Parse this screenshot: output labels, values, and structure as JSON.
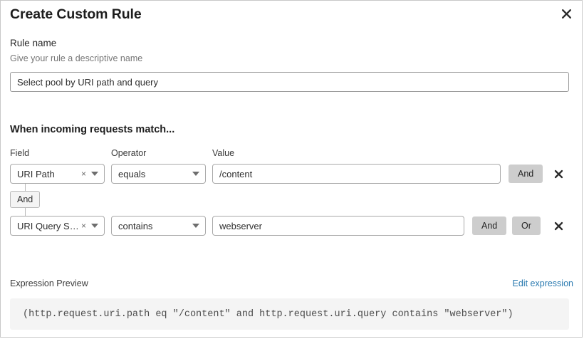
{
  "modal": {
    "title": "Create Custom Rule",
    "close_icon": "close-icon"
  },
  "rule_name": {
    "label": "Rule name",
    "description": "Give your rule a descriptive name",
    "value": "Select pool by URI path and query",
    "placeholder": "Rule name"
  },
  "conditions": {
    "heading": "When incoming requests match...",
    "columns": {
      "field": "Field",
      "operator": "Operator",
      "value": "Value"
    },
    "connector": {
      "label": "And"
    },
    "rows": [
      {
        "field": "URI Path",
        "field_clear_icon": "×",
        "operator": "equals",
        "value": "/content",
        "value_placeholder": "Enter value",
        "buttons": [
          "And"
        ],
        "remove_icon": "close-icon",
        "and_active": true,
        "or_active": false
      },
      {
        "field": "URI Query St...",
        "field_clear_icon": "×",
        "operator": "contains",
        "value": "webserver",
        "value_placeholder": "Enter value",
        "buttons": [
          "And",
          "Or"
        ],
        "remove_icon": "close-icon",
        "and_active": true,
        "or_active": true
      }
    ]
  },
  "expression": {
    "label": "Expression Preview",
    "edit_link": "Edit expression",
    "text": "(http.request.uri.path eq \"/content\" and http.request.uri.query contains \"webserver\")"
  },
  "colors": {
    "link": "#2a7ab0",
    "button_bg": "#cdcdcd",
    "preview_bg": "#f4f4f4",
    "border": "#a9a9a9"
  }
}
